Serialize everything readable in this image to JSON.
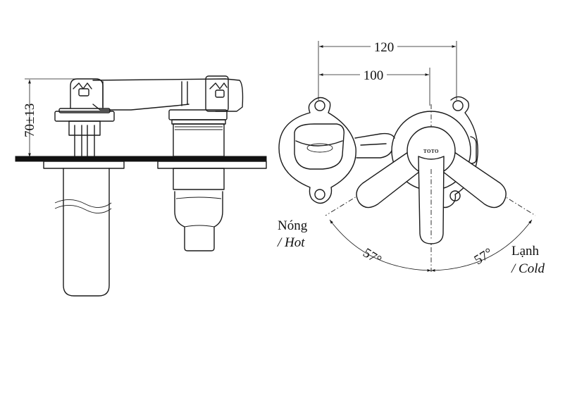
{
  "side_view": {
    "height_dim": "70±13"
  },
  "top_view": {
    "dim_outer": "120",
    "dim_inner": "100",
    "brand": "TOTO",
    "angle_left": "57°",
    "angle_right": "57°",
    "hot_label_vi": "Nóng",
    "hot_label_en": "/ Hot",
    "cold_label_vi": "Lạnh",
    "cold_label_en": "/ Cold"
  }
}
